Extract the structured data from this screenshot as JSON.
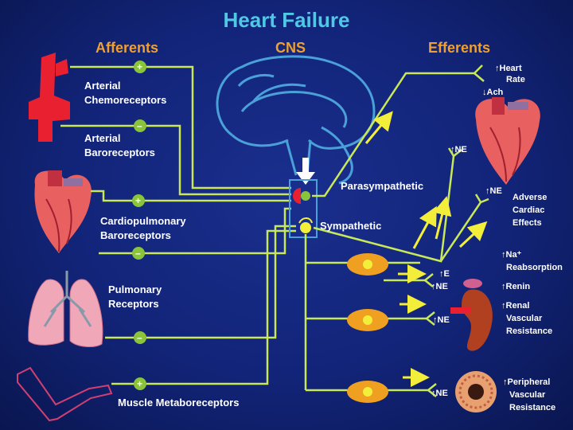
{
  "title": "Heart Failure",
  "headers": {
    "afferents": "Afferents",
    "cns": "CNS",
    "efferents": "Efferents"
  },
  "afferent_labels": {
    "chemo_line1": "Arterial",
    "chemo_line2": "Chemoreceptors",
    "baro_line1": "Arterial",
    "baro_line2": "Baroreceptors",
    "cardio_line1": "Cardiopulmonary",
    "cardio_line2": "Baroreceptors",
    "pulm_line1": "Pulmonary",
    "pulm_line2": "Receptors",
    "muscle": "Muscle Metaboreceptors"
  },
  "signs": {
    "plus": "+",
    "minus": "–"
  },
  "cns_labels": {
    "parasympathetic": "Parasympathetic",
    "sympathetic": "Sympathetic"
  },
  "efferent_labels": {
    "heart_rate_line1": "↑Heart",
    "heart_rate_line2": "Rate",
    "ach": "↓Ach",
    "ne_top": "↑NE",
    "ne_mid": "↑NE",
    "adverse_line1": "Adverse",
    "adverse_line2": "Cardiac",
    "adverse_line3": "Effects",
    "na_line1": "↑Na⁺",
    "na_line2": "Reabsorption",
    "e": "↑E",
    "ne_adrenal": "↑NE",
    "renin": "↑Renin",
    "renal_line1": "↑Renal",
    "renal_line2": "Vascular",
    "renal_line3": "Resistance",
    "ne_kidney": "↑NE",
    "ne_vessel": "↑NE",
    "periph_line1": "↑Peripheral",
    "periph_line2": "Vascular",
    "periph_line3": "Resistance"
  },
  "colors": {
    "line": "#c8e85a",
    "arrow": "#f2ee3a",
    "plus_circle": "#8ac43a",
    "organ_red": "#e8404a",
    "brain": "#4aa0d8",
    "ganglion": "#f0a020",
    "title": "#4fc8e6",
    "header": "#f0a030"
  }
}
